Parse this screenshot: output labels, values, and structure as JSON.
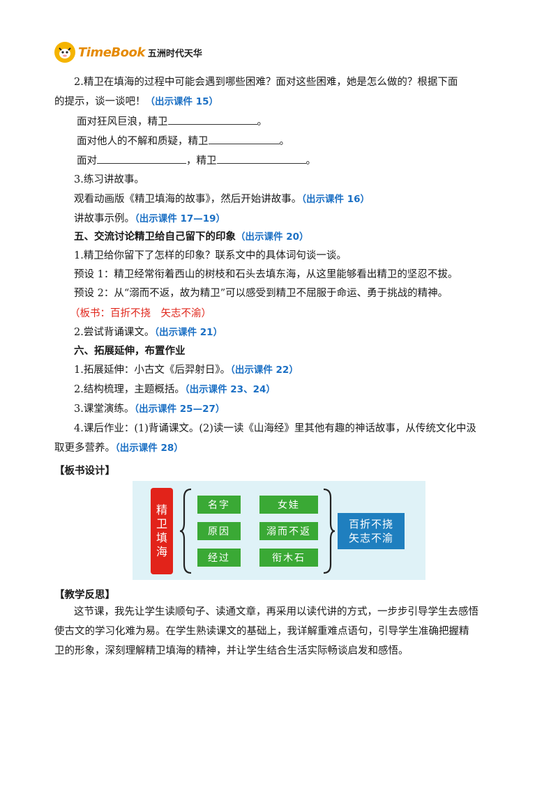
{
  "header": {
    "logo_en": "TimeBook",
    "logo_cn": "五洲时代天华"
  },
  "q2": {
    "line1": "2.精卫在填海的过程中可能会遇到哪些困难？面对这些困难，她是怎么做的？根据下面",
    "line2": "的提示，谈一谈吧！",
    "ref": "（出示课件 15）",
    "a_prefix": "面对狂风巨浪，精卫",
    "b_prefix": "面对他人的不解和质疑，精卫",
    "c_prefix": "面对",
    "c_mid": "，精卫",
    "end": "。"
  },
  "q3": {
    "title": "3.练习讲故事。",
    "watch": "观看动画版《精卫填海的故事》，然后开始讲故事。",
    "watch_ref": "（出示课件 16）",
    "example": "讲故事示例。",
    "example_ref": "（出示课件 17—19）"
  },
  "section5": {
    "heading": "五、交流讨论精卫给自己留下的印象",
    "ref": "（出示课件 20）",
    "q1": "1.精卫给你留下了怎样的印象？联系文中的具体词句谈一谈。",
    "p1": "预设 1：精卫经常衔着西山的树枝和石头去填东海，从这里能够看出精卫的坚忍不拔。",
    "p2": "预设 2：从“溺而不返，故为精卫”可以感受到精卫不屈服于命运、勇于挑战的精神。",
    "board_note": "（板书：百折不挠　矢志不渝）",
    "q2": "2.尝试背诵课文。",
    "q2_ref": "（出示课件 21）"
  },
  "section6": {
    "heading": "六、拓展延伸，布置作业",
    "i1": "1.拓展延伸：小古文《后羿射日》。",
    "i1_ref": "（出示课件 22）",
    "i2": "2.结构梳理，主题概括。",
    "i2_ref": "（出示课件 23、24）",
    "i3": "3.课堂演练。",
    "i3_ref": "（出示课件 25—27）",
    "i4_line1": "4.课后作业：(1)背诵课文。(2)读一读《山海经》里其他有趣的神话故事，从传统文化中汲",
    "i4_line2": "取更多营养。",
    "i4_ref": "（出示课件 28）"
  },
  "board_design": {
    "heading": "【板书设计】",
    "title_chars": [
      "精",
      "卫",
      "填",
      "海"
    ],
    "left_boxes": [
      "名字",
      "原因",
      "经过"
    ],
    "right_boxes": [
      "女娃",
      "溺而不返",
      "衔木石"
    ],
    "summary_line1": "百折不挠",
    "summary_line2": "矢志不渝",
    "colors": {
      "title": "#e2231a",
      "box": "#3aa935",
      "summary": "#1f7fbf",
      "background": "#dff2f7"
    }
  },
  "reflection": {
    "heading": "【教学反思】",
    "line1": "这节课，我先让学生读顺句子、读通文章，再采用以读代讲的方式，一步步引导学生去感悟",
    "line2": "使古文的学习化难为易。在学生熟读课文的基础上，我详解重难点语句，引导学生准确把握精",
    "line3": "卫的形象，深刻理解精卫填海的精神，并让学生结合生活实际畅谈启发和感悟。"
  }
}
